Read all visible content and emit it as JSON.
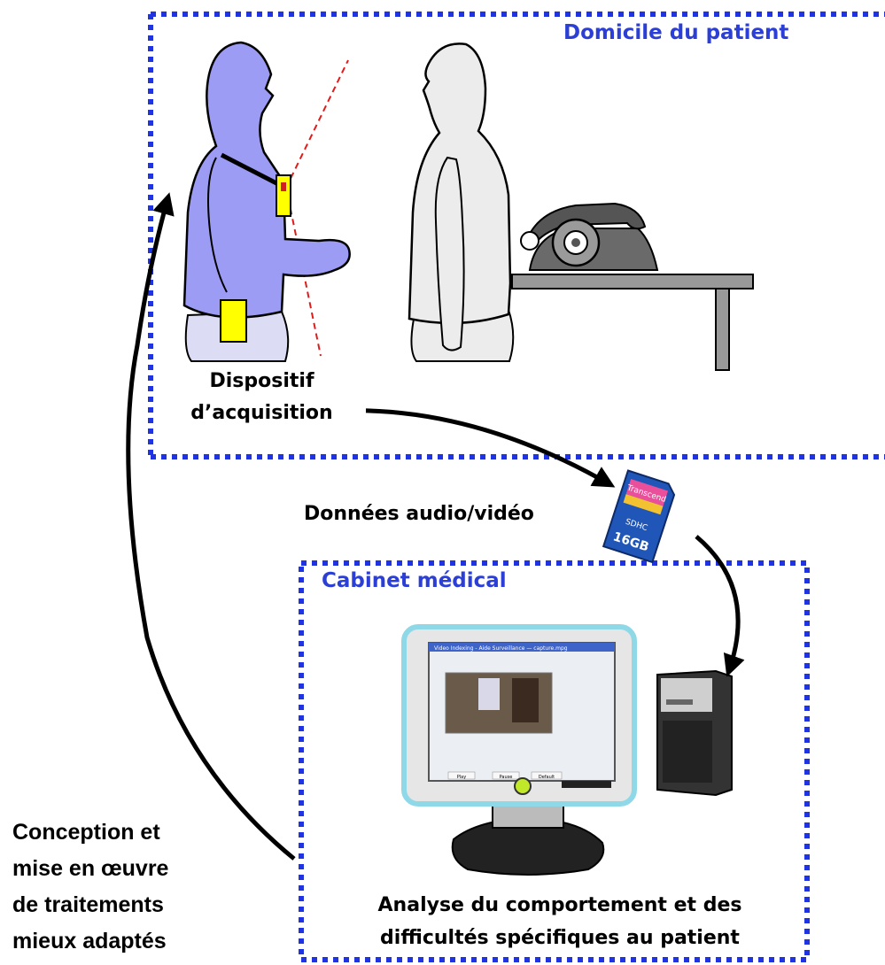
{
  "zones": {
    "home_title": "Domicile du patient",
    "cabinet_title": "Cabinet médical"
  },
  "labels": {
    "device_line1": "Dispositif",
    "device_line2": "d’acquisition",
    "data": "Données audio/vidéo",
    "analysis_line1": "Analyse du comportement et des",
    "analysis_line2": "difficultés spécifiques au patient",
    "conception_lines": [
      "Conception et",
      "mise en œuvre",
      "de traitements",
      "mieux adaptés"
    ]
  },
  "sd_card": {
    "brand": "Transcend",
    "capacity": "16GB",
    "type": "SDHC"
  },
  "screen": {
    "window_title": "Video Indexing - Aide Surveillance — capture.mpg",
    "buttons": [
      "Play",
      "Pause",
      "Default"
    ]
  },
  "colors": {
    "zone_border": "#1f33e0",
    "title_text": "#2b3fd6",
    "patient_fill": "#9c9cf5",
    "visitor_fill": "#ececec",
    "device_yellow": "#ffff00",
    "sight_line": "#e01b1b",
    "monitor_bezel": "#8fd8e8"
  }
}
